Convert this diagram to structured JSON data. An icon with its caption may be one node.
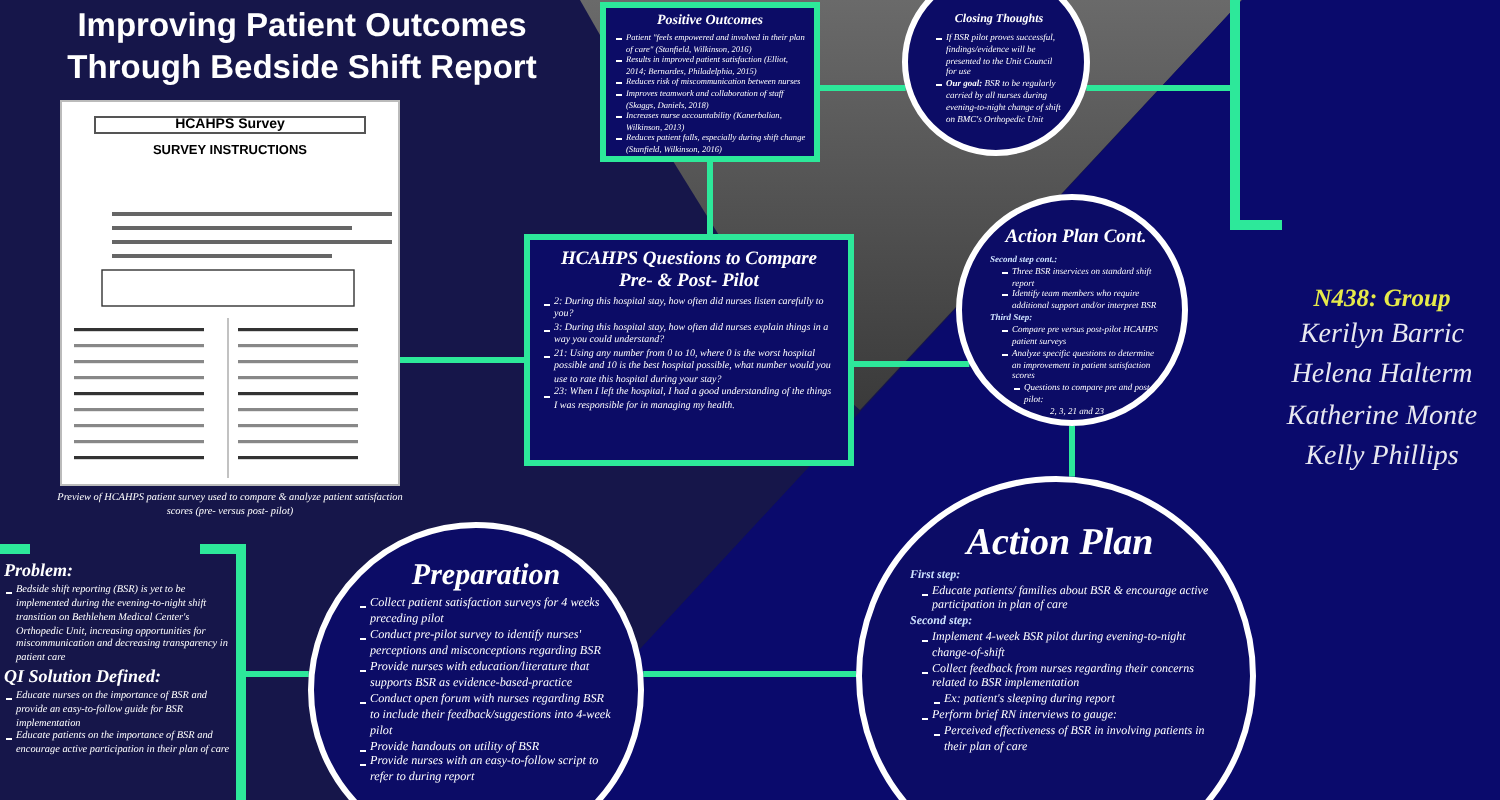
{
  "diagram": {
    "title": "Improving Patient Outcomes Through Bedside Shift Report",
    "nodes": [
      {
        "text": [
          "HCAHPS Survey",
          "SURVEY INSTRUCTIONS"
        ],
        "beside": [
          "Preview of HCAHPS patient survey used to compare & analyze patient satisfaction scores (pre- versus post- pilot)"
        ]
      },
      {
        "text": [
          "Positive Outcomes",
          "Patient \"feels empowered and involved in their plan of care\" (Stanfield, Wilkinson, 2016)",
          "Results in improved patient satisfaction (Elliot, 2014; Bernardes, Philadelphia, 2015)",
          "Reduces risk of miscommunication between nurses",
          "Improves teamwork and collaboration of staff (Skaggs, Daniels, 2018)",
          "Increases nurse accountability (Kanerbalian, Wilkinson, 2013)",
          "Reduces patient falls, especially during shift change (Stanfield, Wilkinson, 2016)"
        ]
      },
      {
        "text": [
          "Closing Thoughts",
          "If BSR pilot proves successful, findings/evidence will be presented to the Unit Council for use",
          "**Our goal:** BSR to be regularly carried by all nurses during evening-to-night change of shift on BMC's Orthopedic Unit"
        ]
      },
      {
        "text": [],
        "shape": "bracket"
      },
      {
        "text": [
          "HCAHPS Questions to Compare Pre- & Post- Pilot",
          "2: During this hospital stay, how often did nurses listen carefully to you?",
          "3: During this hospital stay, how often did nurses explain things in a way you could understand?",
          "21: Using any number from 0 to 10, where 0 is the worst hospital possible and 10 is the best hospital possible, what number would you use to rate this hospital during your stay?",
          "23: When I left the hospital, I had a good understanding of the things I was responsible for in managing my health."
        ]
      },
      {
        "text": [
          "Action Plan Cont.",
          "Second step cont.:",
          "Three BSR inservices on standard shift report",
          "Identify team members who require additional support and/or interpret BSR",
          "Third Step:",
          "Compare pre versus post-pilot HCAHPS patient surveys",
          "Analyze specific questions to determine an improvement in patient satisfaction scores",
          "Questions to compare pre and post-pilot:",
          "2, 3, 21 and 23"
        ]
      },
      {
        "text": [
          "Problem:",
          "Bedside shift reporting (BSR) is yet to be implemented during the evening-to-night shift transition on Bethlehem Medical Center's Orthopedic Unit, increasing opportunities for miscommunication and decreasing transparency in patient care",
          "QI Solution Defined:",
          "Educate nurses on the importance of BSR and provide an easy-to-follow guide for BSR implementation",
          "Educate patients on the importance of BSR and encourage active participation in their plan of care"
        ]
      },
      {
        "text": [
          "Preparation",
          "Collect patient satisfaction surveys for 4 weeks preceding pilot",
          "Conduct pre-pilot survey to identify nurses' perceptions and misconceptions regarding BSR",
          "Provide nurses with education/literature that supports BSR as evidence-based-practice",
          "Conduct open forum with nurses regarding BSR to include their feedback/suggestions into 4-week pilot",
          "Provide handouts on utility of BSR",
          "Provide nurses with an easy-to-follow script to refer to during report"
        ]
      },
      {
        "text": [
          "Action Plan",
          "First step:",
          "Educate patients/ families about BSR & encourage active participation in plan of care",
          "Second step:",
          "Implement 4-week BSR pilot during evening-to-night change-of-shift",
          "Collect feedback from nurses regarding their concerns related to BSR implementation",
          "Ex: patient's sleeping during report",
          "Perform brief RN interviews to gauge:",
          "Perceived effectiveness of BSR in involving patients in their plan of care"
        ]
      }
    ],
    "edges": [
      {
        "from": 1,
        "to": 2,
        "arrow": "none"
      },
      {
        "from": 2,
        "to": 3,
        "arrow": "none"
      },
      {
        "from": 1,
        "to": 4,
        "arrow": "none"
      },
      {
        "from": 0,
        "to": 4,
        "arrow": "none"
      },
      {
        "from": 4,
        "to": 5,
        "arrow": "none"
      },
      {
        "from": 5,
        "to": 8,
        "arrow": "none"
      },
      {
        "from": 6,
        "to": 7,
        "arrow": "none"
      },
      {
        "from": 7,
        "to": 8,
        "arrow": "none"
      }
    ],
    "labels": [
      "N438: Group",
      "Kerilyn Barric",
      "Helena Halterm",
      "Katherine Monte",
      "Kelly Phillips"
    ]
  }
}
